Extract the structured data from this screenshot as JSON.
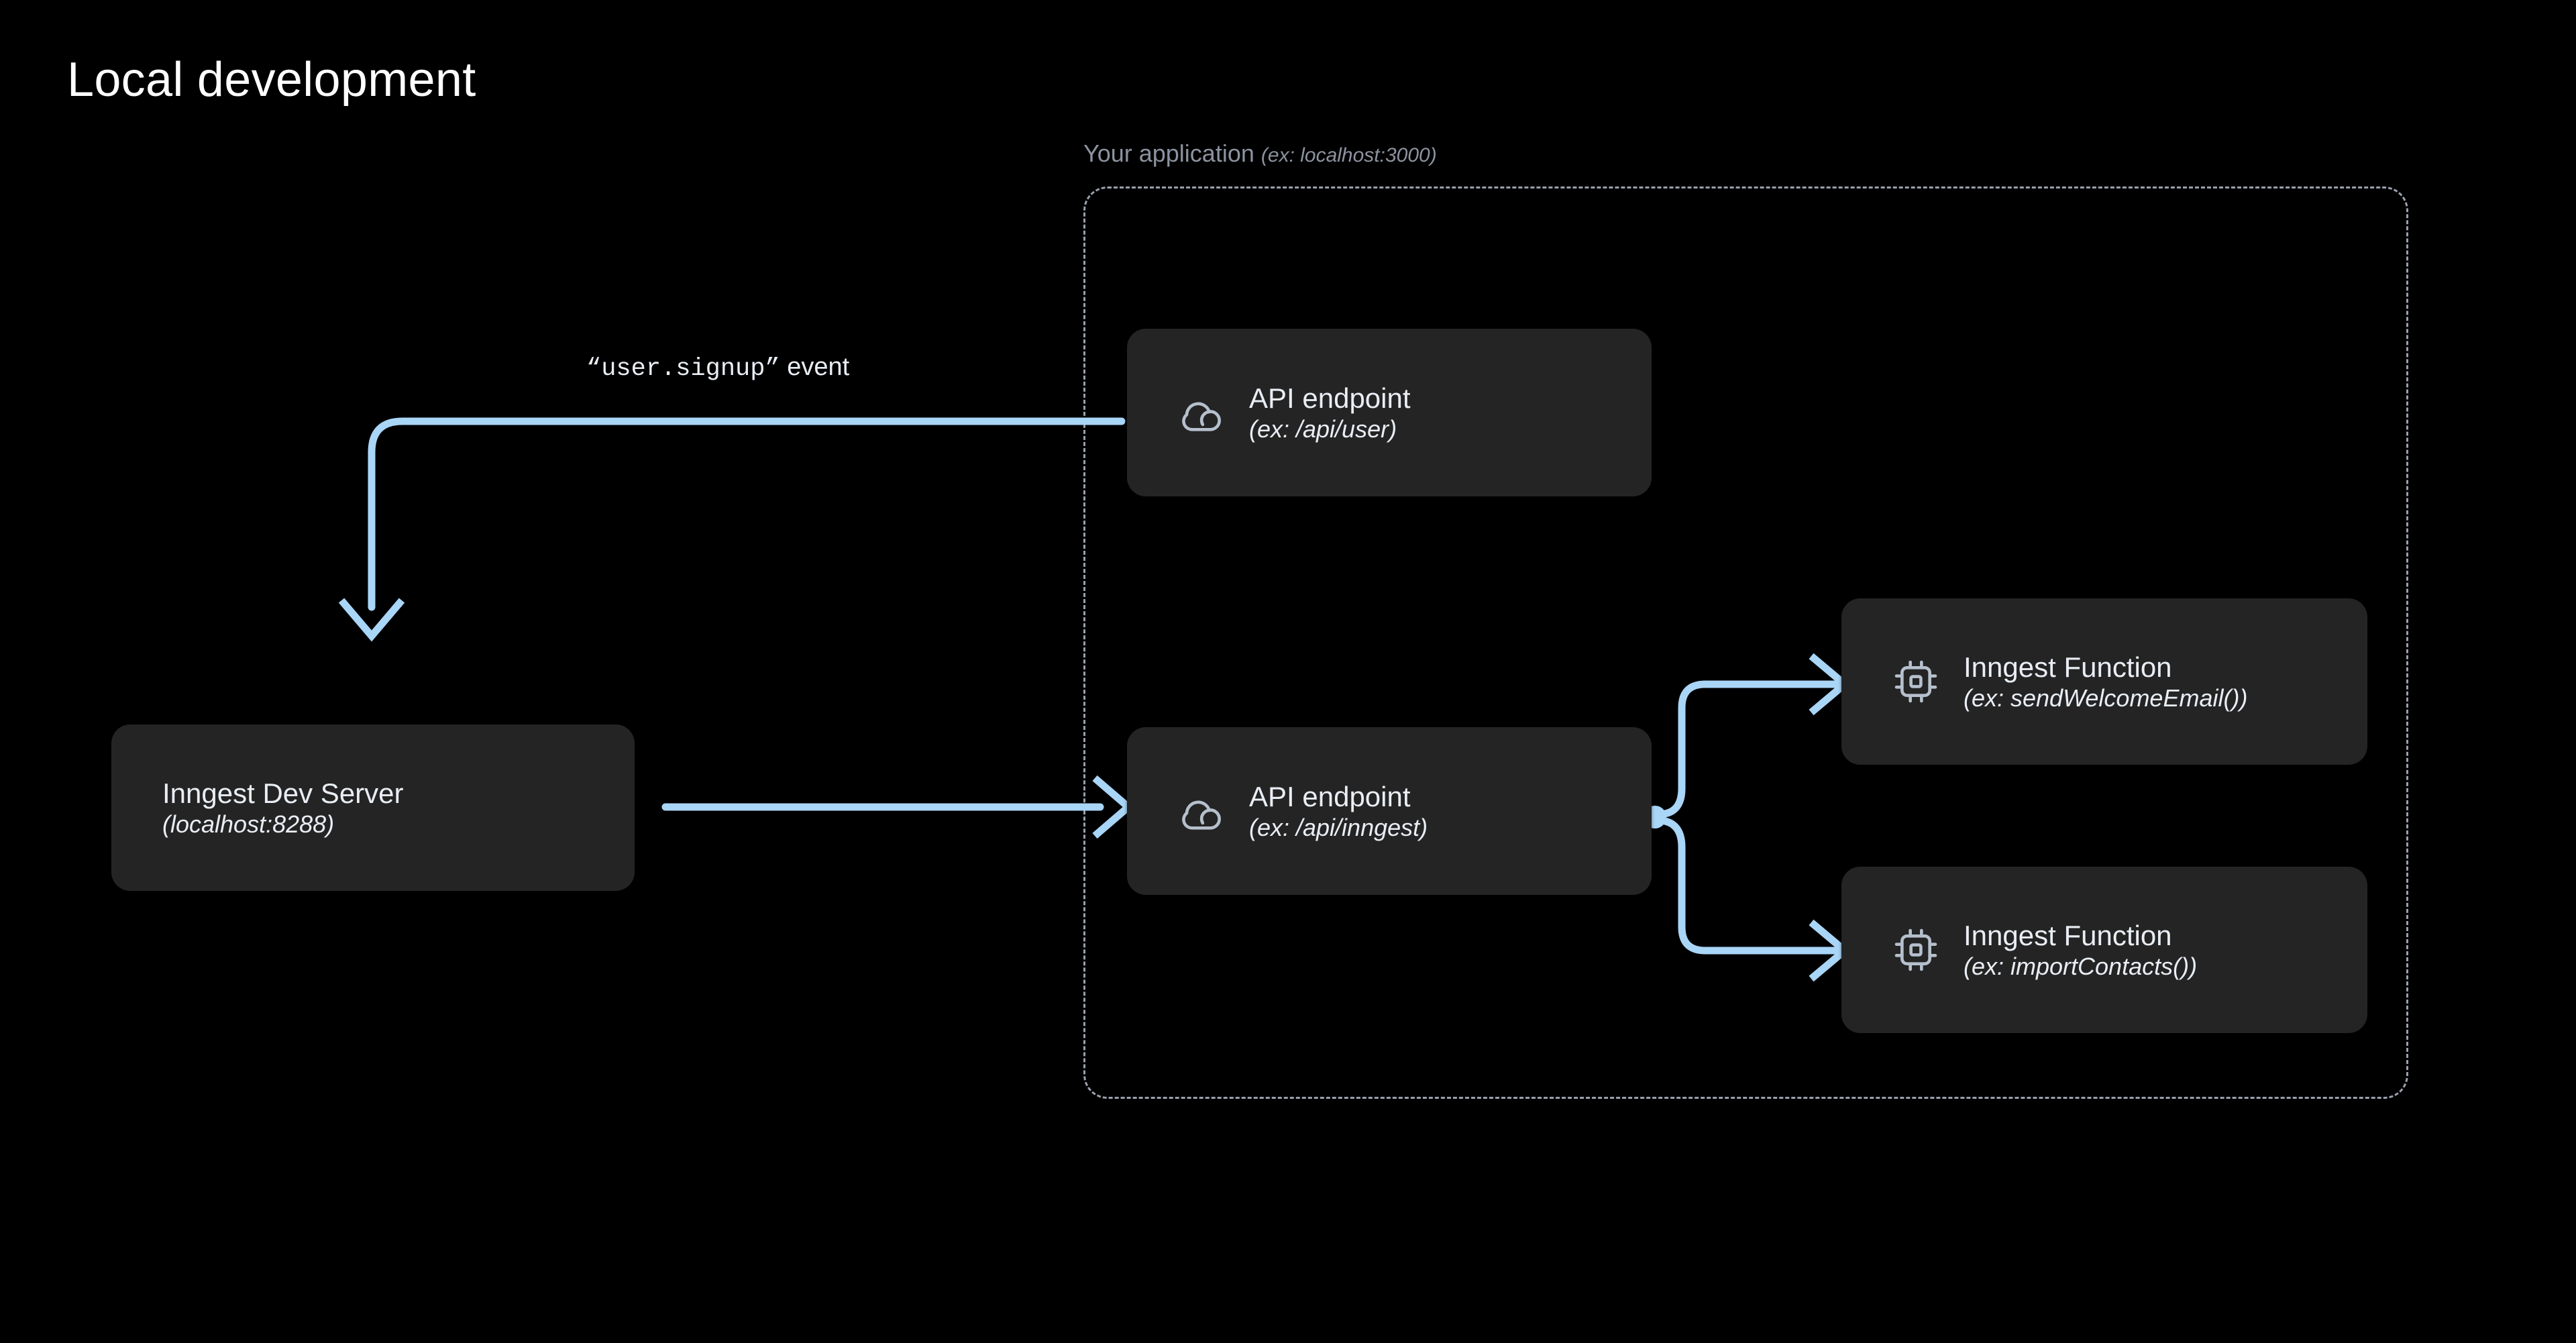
{
  "page": {
    "title": "Local development",
    "background_color": "#000000",
    "accent_color": "#a9d5f7",
    "node_bg_color": "#242424",
    "text_color": "#e9eef5",
    "muted_color": "#8c93a0"
  },
  "group": {
    "label": "Your application",
    "sublabel": "(ex: localhost:3000)"
  },
  "edges": {
    "event_label_quoted": "“user.signup”",
    "event_label_suffix": " event"
  },
  "nodes": {
    "api_user": {
      "icon": "cloud-icon",
      "title": "API endpoint",
      "sub": "(ex: /api/user)"
    },
    "api_inngest": {
      "icon": "cloud-icon",
      "title": "API endpoint",
      "sub": "(ex: /api/inngest)"
    },
    "dev_server": {
      "title": "Inngest Dev Server",
      "sub": "(localhost:8288)"
    },
    "fn_welcome": {
      "icon": "cpu-chip-icon",
      "title": "Inngest Function",
      "sub": "(ex: sendWelcomeEmail())"
    },
    "fn_contacts": {
      "icon": "cpu-chip-icon",
      "title": "Inngest Function",
      "sub": "(ex: importContacts())"
    }
  }
}
